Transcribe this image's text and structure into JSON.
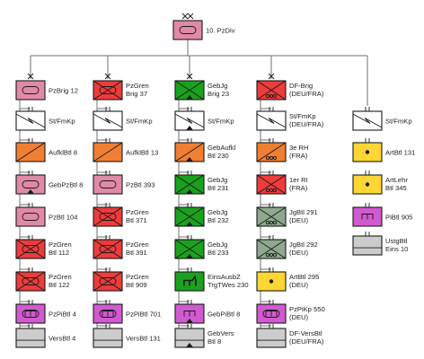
{
  "colors": {
    "pink": "#e08aa7",
    "red": "#ee3b3b",
    "green": "#1aa11e",
    "orange": "#f07f32",
    "magenta": "#d25ad0",
    "yellow": "#ffd633",
    "gray": "#cccccc",
    "white": "#ffffff",
    "sage": "#8fa88f"
  },
  "root": {
    "label": "10. PzDiv",
    "symbol": "tracks",
    "color": "pink",
    "echelon": "xx"
  },
  "columns": [
    {
      "hq": {
        "label": "PzBrig 12",
        "symbol": "tracks",
        "color": "pink",
        "echelon": "x"
      },
      "units": [
        {
          "label": "St/FmKp",
          "symbol": "signal",
          "color": "white"
        },
        {
          "label": "AufklBtl 8",
          "symbol": "recon-armor",
          "color": "orange"
        },
        {
          "label": "GebPzBtl 8",
          "symbol": "tracks-mountain",
          "color": "pink"
        },
        {
          "label": "PzBtl 104",
          "symbol": "tracks",
          "color": "pink"
        },
        {
          "label": "PzGren\nBtl 112",
          "symbol": "x-tracks",
          "color": "red"
        },
        {
          "label": "PzGren\nBtl 122",
          "symbol": "x-tracks",
          "color": "red"
        },
        {
          "label": "PzPiBtl 4",
          "symbol": "engineer-tracks",
          "color": "magenta"
        },
        {
          "label": "VersBtl 4",
          "symbol": "supply",
          "color": "gray"
        }
      ]
    },
    {
      "hq": {
        "label": "PzGren\nBrig 37",
        "symbol": "x-tracks",
        "color": "red",
        "echelon": "x"
      },
      "units": [
        {
          "label": "St/FmKp",
          "symbol": "signal",
          "color": "white"
        },
        {
          "label": "AufklBtl 13",
          "symbol": "recon-armor",
          "color": "orange"
        },
        {
          "label": "PzBtl 393",
          "symbol": "tracks",
          "color": "pink"
        },
        {
          "label": "PzGren\nBtl 371",
          "symbol": "x-tracks",
          "color": "red"
        },
        {
          "label": "PzGren\nBtl 391",
          "symbol": "x-tracks",
          "color": "red"
        },
        {
          "label": "PzGren\nBtl 909",
          "symbol": "x-tracks",
          "color": "red"
        },
        {
          "label": "PzPiBtl 701",
          "symbol": "engineer-tracks",
          "color": "magenta"
        },
        {
          "label": "VersBtl 131",
          "symbol": "supply",
          "color": "gray"
        }
      ]
    },
    {
      "hq": {
        "label": "GebJg\nBrig 23",
        "symbol": "x-mountain",
        "color": "green",
        "echelon": "x"
      },
      "units": [
        {
          "label": "St/FmKp",
          "symbol": "signal-mountain",
          "color": "white"
        },
        {
          "label": "GebAufkl\nBtl 230",
          "symbol": "recon-mountain",
          "color": "orange"
        },
        {
          "label": "GebJg\nBtl 231",
          "symbol": "x-mountain",
          "color": "green"
        },
        {
          "label": "GebJg\nBtl 232",
          "symbol": "x-mountain",
          "color": "green"
        },
        {
          "label": "GebJg\nBtl 233",
          "symbol": "x-mountain",
          "color": "green"
        },
        {
          "label": "EinsAusbZ\nTrgTWes 230",
          "symbol": "horse",
          "color": "green"
        },
        {
          "label": "GebPiBtl 8",
          "symbol": "engineer-mountain",
          "color": "magenta"
        },
        {
          "label": "GebVers\nBtl 8",
          "symbol": "supply-mountain",
          "color": "gray"
        }
      ]
    },
    {
      "hq": {
        "label": "DF-Brig\n(DEU/FRA)",
        "symbol": "x-wheels",
        "color": "red",
        "echelon": "x"
      },
      "units": [
        {
          "label": "St/FmKp\n(DEU/FRA)",
          "symbol": "signal",
          "color": "white"
        },
        {
          "label": "3e RH\n(FRA)",
          "symbol": "recon-wheels",
          "color": "orange"
        },
        {
          "label": "1er RI\n(FRA)",
          "symbol": "x-wheels",
          "color": "red"
        },
        {
          "label": "JgBtl 291\n(DEU)",
          "symbol": "x-wheels",
          "color": "sage"
        },
        {
          "label": "JgBtl 292\n(DEU)",
          "symbol": "x-wheels",
          "color": "sage"
        },
        {
          "label": "ArtBtl 295\n(DEU)",
          "symbol": "dot",
          "color": "yellow"
        },
        {
          "label": "PzPiKp 550\n(DEU)",
          "symbol": "engineer-tracks",
          "color": "magenta"
        },
        {
          "label": "DF-VersBtl\n(DEU/FRA)",
          "symbol": "supply",
          "color": "gray"
        }
      ]
    },
    {
      "hq": null,
      "units": [
        {
          "label": "St/FmKp",
          "symbol": "signal",
          "color": "white"
        },
        {
          "label": "ArtBtl 131",
          "symbol": "dot",
          "color": "yellow"
        },
        {
          "label": "ArtLehr\nBtl 345",
          "symbol": "dot",
          "color": "yellow"
        },
        {
          "label": "PiBtl 905",
          "symbol": "engineer",
          "color": "magenta"
        },
        {
          "label": "UstgBtl\nEins 10",
          "symbol": "supply",
          "color": "gray"
        }
      ]
    }
  ]
}
